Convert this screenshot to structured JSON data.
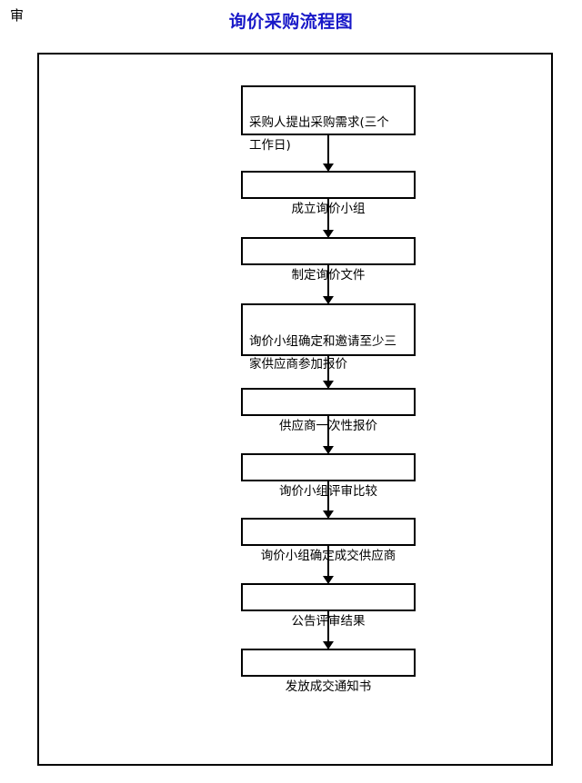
{
  "page": {
    "corner_mark": "审",
    "title": "询价采购流程图",
    "title_color": "#1919c8",
    "background_color": "#ffffff",
    "line_color": "#000000"
  },
  "chart_data": {
    "type": "diagram",
    "diagram_kind": "flowchart",
    "orientation": "top-to-bottom",
    "title": "询价采购流程图",
    "node_count": 9,
    "nodes": [
      {
        "id": "n1",
        "label": "采购人提出采购需求(三个\n工作日)",
        "shape": "rectangle",
        "align": "left",
        "lines": 2
      },
      {
        "id": "n2",
        "label": "成立询价小组",
        "shape": "rectangle",
        "align": "center",
        "lines": 1
      },
      {
        "id": "n3",
        "label": "制定询价文件",
        "shape": "rectangle",
        "align": "center",
        "lines": 1
      },
      {
        "id": "n4",
        "label": "询价小组确定和邀请至少三\n家供应商参加报价",
        "shape": "rectangle",
        "align": "left",
        "lines": 2
      },
      {
        "id": "n5",
        "label": "供应商一次性报价",
        "shape": "rectangle",
        "align": "center",
        "lines": 1
      },
      {
        "id": "n6",
        "label": "询价小组评审比较",
        "shape": "rectangle",
        "align": "center",
        "lines": 1
      },
      {
        "id": "n7",
        "label": "询价小组确定成交供应商",
        "shape": "rectangle",
        "align": "center",
        "lines": 1
      },
      {
        "id": "n8",
        "label": "公告评审结果",
        "shape": "rectangle",
        "align": "center",
        "lines": 1
      },
      {
        "id": "n9",
        "label": "发放成交通知书",
        "shape": "rectangle",
        "align": "center",
        "lines": 1
      }
    ],
    "edges": [
      {
        "from": "n1",
        "to": "n2",
        "style": "solid-arrow",
        "label": ""
      },
      {
        "from": "n2",
        "to": "n3",
        "style": "solid-arrow",
        "label": ""
      },
      {
        "from": "n3",
        "to": "n4",
        "style": "solid-arrow",
        "label": ""
      },
      {
        "from": "n4",
        "to": "n5",
        "style": "solid-arrow",
        "label": ""
      },
      {
        "from": "n5",
        "to": "n6",
        "style": "solid-arrow",
        "label": ""
      },
      {
        "from": "n6",
        "to": "n7",
        "style": "solid-arrow",
        "label": ""
      },
      {
        "from": "n7",
        "to": "n8",
        "style": "solid-arrow",
        "label": ""
      },
      {
        "from": "n8",
        "to": "n9",
        "style": "solid-arrow",
        "label": ""
      }
    ]
  }
}
